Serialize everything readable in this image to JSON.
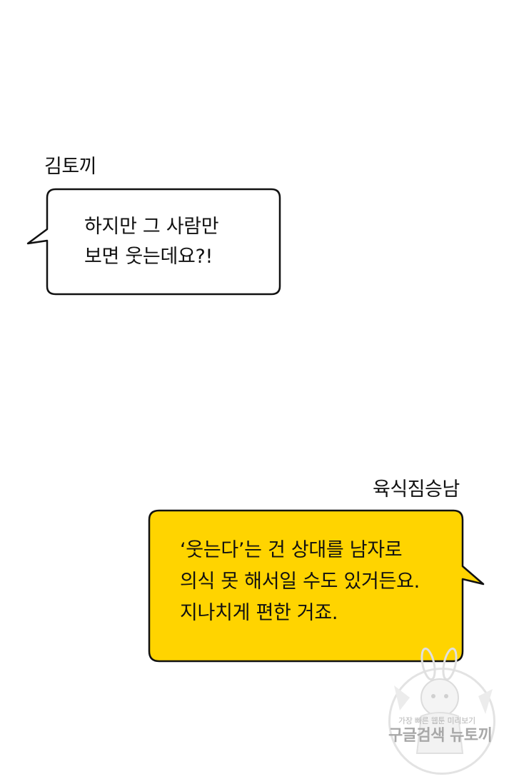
{
  "panel_1": {
    "speaker": "김토끼",
    "bubble_color": "#ffffff",
    "lines": [
      "하지만 그 사람만",
      "보면 웃는데요?!"
    ]
  },
  "panel_2": {
    "speaker": "육식짐승남",
    "bubble_color": "#ffd400",
    "lines": [
      "‘웃는다’는 건 상대를 남자로",
      "의식 못 해서일 수도 있거든요.",
      "지나치게 편한 거죠."
    ]
  },
  "watermark": {
    "tagline": "가장 빠른 웹툰 미리보기",
    "brand": "구글검색 뉴토끼",
    "icon": "bunny-mascot-icon"
  }
}
